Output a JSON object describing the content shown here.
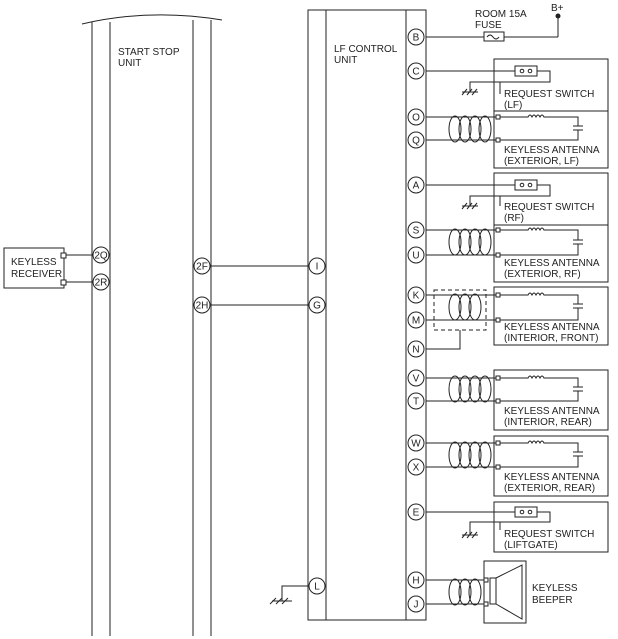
{
  "units": {
    "start_stop_title_1": "START STOP",
    "start_stop_title_2": "UNIT",
    "lf_title_1": "LF CONTROL",
    "lf_title_2": "UNIT"
  },
  "receiver": {
    "line1": "KEYLESS",
    "line2": "RECEIVER"
  },
  "supply": {
    "fuse_line1": "ROOM 15A",
    "fuse_line2": "FUSE",
    "battery": "B+"
  },
  "beeper": {
    "line1": "KEYLESS",
    "line2": "BEEPER"
  },
  "devices": {
    "rs_lf": {
      "line1": "REQUEST SWITCH",
      "line2": "(LF)"
    },
    "ant_ext_lf": {
      "line1": "KEYLESS ANTENNA",
      "line2": "(EXTERIOR, LF)"
    },
    "rs_rf": {
      "line1": "REQUEST SWITCH",
      "line2": "(RF)"
    },
    "ant_ext_rf": {
      "line1": "KEYLESS ANTENNA",
      "line2": "(EXTERIOR, RF)"
    },
    "ant_int_front": {
      "line1": "KEYLESS ANTENNA",
      "line2": "(INTERIOR, FRONT)"
    },
    "ant_int_rear": {
      "line1": "KEYLESS ANTENNA",
      "line2": "(INTERIOR, REAR)"
    },
    "ant_ext_rear": {
      "line1": "KEYLESS ANTENNA",
      "line2": "(EXTERIOR, REAR)"
    },
    "rs_liftgate": {
      "line1": "REQUEST SWITCH",
      "line2": "(LIFTGATE)"
    }
  },
  "pins": {
    "r_2Q": "2Q",
    "r_2R": "2R",
    "s_2F": "2F",
    "s_2H": "2H",
    "l_I": "I",
    "l_G": "G",
    "l_L": "L",
    "B": "B",
    "C": "C",
    "O": "O",
    "Q": "Q",
    "A": "A",
    "S": "S",
    "U": "U",
    "K": "K",
    "M": "M",
    "N": "N",
    "V": "V",
    "T": "T",
    "W": "W",
    "X": "X",
    "E": "E",
    "H": "H",
    "J": "J"
  }
}
